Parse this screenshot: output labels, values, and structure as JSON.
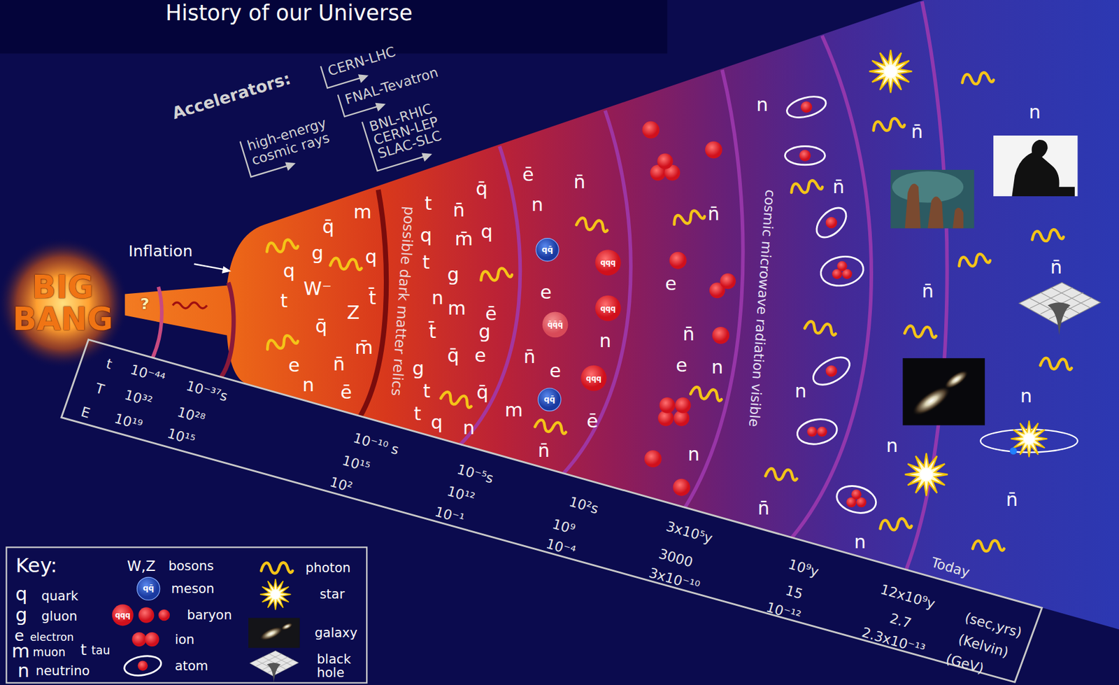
{
  "diagram": {
    "title": "History of our Universe",
    "nodes": [
      {
        "text": [
          "Key:"
        ]
      }
    ],
    "labels": [
      "Accelerators:",
      "CERN-LHC",
      "FNAL-Tevatron",
      "BNL-RHIC",
      "CERN-LEP",
      "SLAC-SLC",
      "high-energy cosmic rays",
      "Inflation",
      "BIG BANG",
      "?",
      "possible dark matter relics",
      "cosmic microwave radiation visible",
      "t",
      "T",
      "E",
      "10⁻⁴⁴",
      "10³²",
      "10¹⁹",
      "10⁻³⁷s",
      "10²⁸",
      "10¹⁵",
      "10⁻¹⁰ s",
      "10¹⁵",
      "10²",
      "10⁻⁵s",
      "10¹²",
      "10⁻¹",
      "10²s",
      "10⁹",
      "10⁻⁴",
      "3x10⁵y",
      "3000",
      "3x10⁻¹⁰",
      "10⁹y",
      "15",
      "10⁻¹²",
      "Today",
      "12x10⁹y",
      "2.7",
      "2.3x10⁻¹³",
      "(sec,yrs)",
      "(Kelvin)",
      "(GeV)",
      "m",
      "q̄",
      "g",
      "q",
      "q",
      "W⁻",
      "t",
      "t̄",
      "Z",
      "q̄",
      "m̄",
      "e",
      "n̄",
      "n",
      "ē",
      "t",
      "n̄",
      "q̄",
      "q",
      "m̄",
      "q",
      "t",
      "g",
      "n",
      "m",
      "ē",
      "t̄",
      "g",
      "q̄",
      "e",
      "g",
      "t",
      "q̄",
      "t",
      "q",
      "n",
      "ē",
      "n̄",
      "n",
      "e",
      "n̄",
      "e",
      "n",
      "m",
      "ē",
      "n̄",
      "qq̄",
      "qq̄",
      "qqq",
      "qqq",
      "qqq",
      "q̄q̄q̄",
      "n̄",
      "e",
      "n̄",
      "e",
      "n",
      "n",
      "n",
      "n̄",
      "n",
      "n̄",
      "n̄",
      "n̄",
      "n",
      "n",
      "n",
      "n̄",
      "n",
      "n̄",
      "q",
      "g",
      "e",
      "m",
      "t",
      "n",
      "W,Z",
      "qq̄",
      "qqq"
    ],
    "legend": [
      {
        "text": "quark"
      },
      {
        "text": "gluon"
      },
      {
        "text": "electron"
      },
      {
        "text": "muon"
      },
      {
        "text": "tau"
      },
      {
        "text": "neutrino"
      },
      {
        "text": "bosons"
      },
      {
        "text": "meson"
      },
      {
        "text": "baryon"
      },
      {
        "text": "ion"
      },
      {
        "text": "atom"
      },
      {
        "text": "photon"
      },
      {
        "text": "star"
      },
      {
        "text": "galaxy"
      },
      {
        "text": "black hole"
      }
    ]
  }
}
